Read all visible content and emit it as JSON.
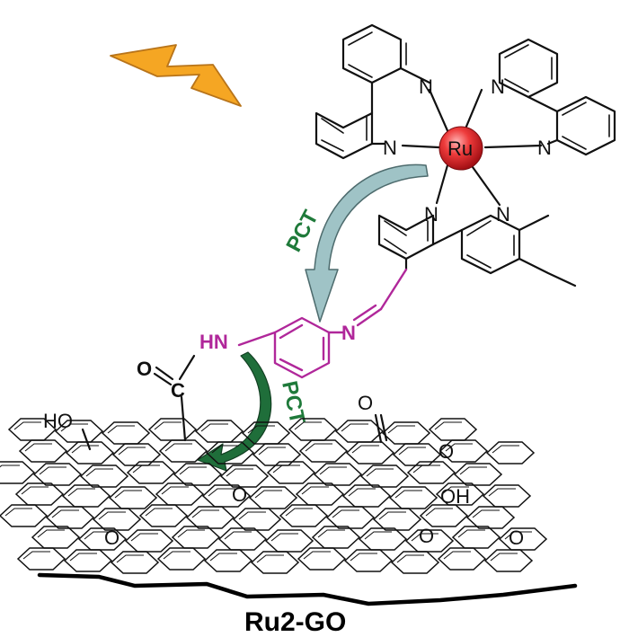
{
  "diagram": {
    "caption": "Ru2-GO",
    "metal_label": "Ru",
    "nitrogen_label": "N",
    "amide_label": "HN",
    "imine_label": "N",
    "carbonyl_o_label": "O",
    "carbonyl_c_label": "C",
    "hydroxyl_label_1": "HO",
    "hydroxyl_label_2": "OH",
    "oxygen_label": "O",
    "pct_label_upper": "PCT",
    "pct_label_lower": "PCT",
    "colors": {
      "lightning": "#f5a623",
      "ru_sphere": "#e8202a",
      "linker": "#b0279a",
      "pct_text": "#1f7a3a",
      "arrow_upper": "#9fc3c6",
      "arrow_lower": "#1f6e3a"
    }
  }
}
